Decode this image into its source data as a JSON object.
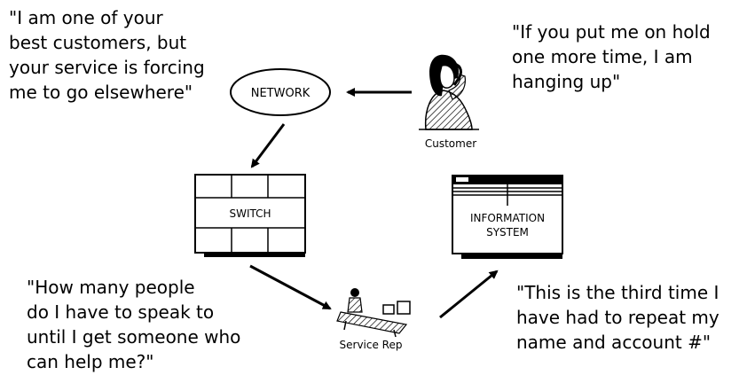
{
  "quotes": {
    "customer_left": "\"I am one of your\nbest customers, but\nyour service is forcing\nme to go elsewhere\"",
    "customer_right": "\"If you put me on hold\none more time, I am\nhanging up\"",
    "switch_quote": "\"How many people\ndo I have to speak to\nuntil I get someone who\ncan help me?\"",
    "rep_quote": "\"This is the third time I\nhave had to repeat my\nname and account #\""
  },
  "labels": {
    "network": "NETWORK",
    "customer": "Customer",
    "switch": "SWITCH",
    "info_line1": "INFORMATION",
    "info_line2": "SYSTEM",
    "service_rep": "Service Rep"
  }
}
